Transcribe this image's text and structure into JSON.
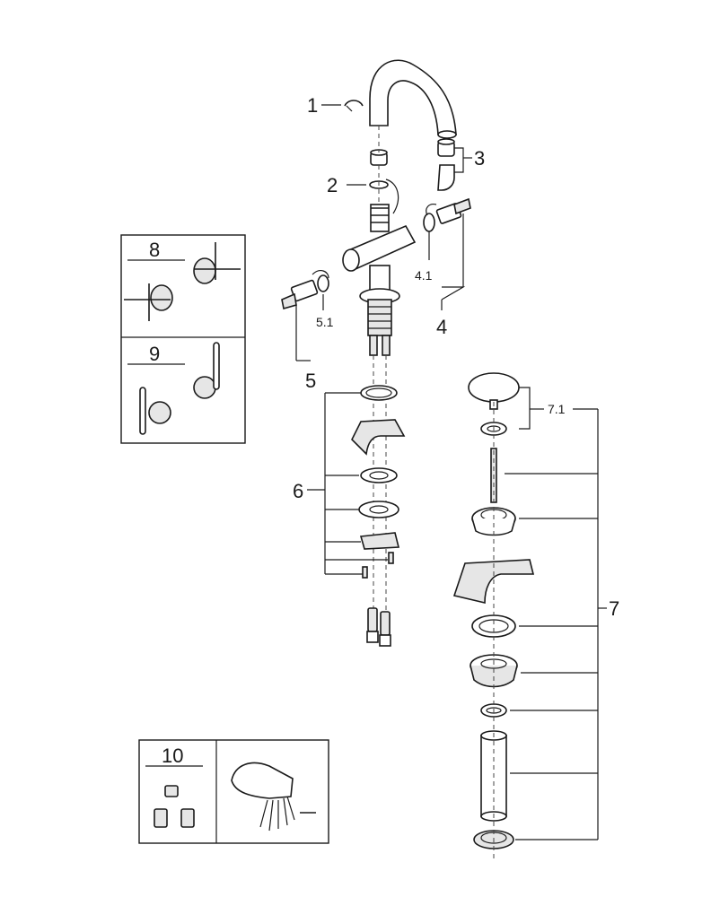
{
  "callouts": {
    "c1": "1",
    "c2": "2",
    "c3": "3",
    "c4": "4",
    "c4_1": "4.1",
    "c5": "5",
    "c5_1": "5.1",
    "c6": "6",
    "c7": "7",
    "c7_1": "7.1",
    "c8": "8",
    "c9": "9",
    "c10": "10"
  }
}
